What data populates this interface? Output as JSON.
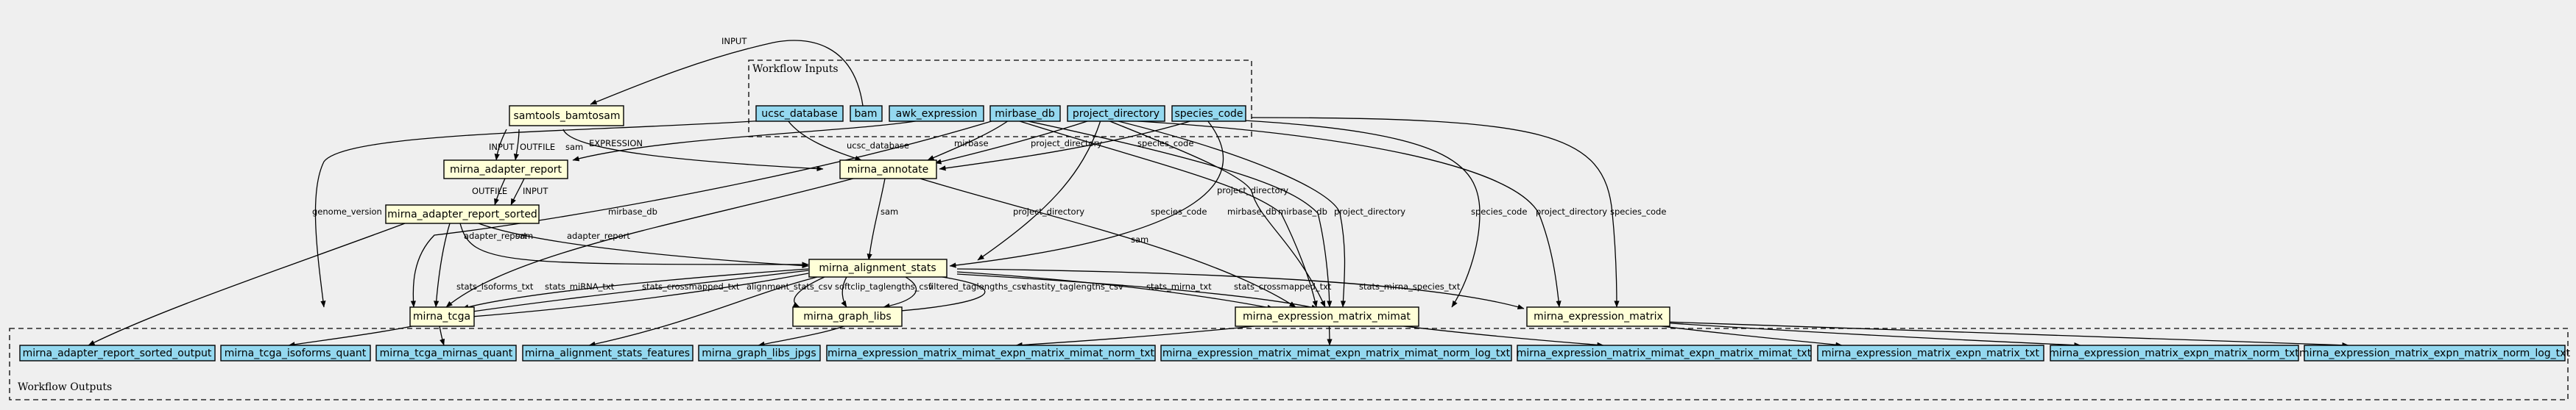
{
  "clusters": {
    "inputs": {
      "label": "Workflow Inputs"
    },
    "outputs": {
      "label": "Workflow Outputs"
    }
  },
  "nodes": {
    "ucsc_database": "ucsc_database",
    "bam": "bam",
    "awk_expression": "awk_expression",
    "mirbase_db": "mirbase_db",
    "project_directory": "project_directory",
    "species_code": "species_code",
    "samtools_bamtosam": "samtools_bamtosam",
    "mirna_adapter_report": "mirna_adapter_report",
    "mirna_adapter_report_sorted": "mirna_adapter_report_sorted",
    "mirna_annotate": "mirna_annotate",
    "mirna_alignment_stats": "mirna_alignment_stats",
    "mirna_tcga": "mirna_tcga",
    "mirna_graph_libs": "mirna_graph_libs",
    "mirna_expression_matrix_mimat": "mirna_expression_matrix_mimat",
    "mirna_expression_matrix": "mirna_expression_matrix",
    "out_adapter_report_sorted_output": "mirna_adapter_report_sorted_output",
    "out_mirna_tcga_isoforms_quant": "mirna_tcga_isoforms_quant",
    "out_mirna_tcga_mirnas_quant": "mirna_tcga_mirnas_quant",
    "out_mirna_alignment_stats_features": "mirna_alignment_stats_features",
    "out_mirna_graph_libs_jpgs": "mirna_graph_libs_jpgs",
    "out_mimat_norm_txt": "mirna_expression_matrix_mimat_expn_matrix_mimat_norm_txt",
    "out_mimat_norm_log_txt": "mirna_expression_matrix_mimat_expn_matrix_mimat_norm_log_txt",
    "out_mimat_txt": "mirna_expression_matrix_mimat_expn_matrix_mimat_txt",
    "out_expn_matrix_txt": "mirna_expression_matrix_expn_matrix_txt",
    "out_expn_matrix_norm_txt": "mirna_expression_matrix_expn_matrix_norm_txt",
    "out_expn_matrix_norm_log_txt": "mirna_expression_matrix_expn_matrix_norm_log_txt"
  },
  "edge_labels": {
    "input": "INPUT",
    "expression": "EXPRESSION",
    "input_b": "INPUT",
    "outfile": "OUTFILE",
    "sam_a": "sam",
    "outfile_b": "OUTFILE",
    "input_c": "INPUT",
    "ucsc_database": "ucsc_database",
    "mirbase": "mirbase",
    "project_directory_a": "project_directory",
    "species_code_a": "species_code",
    "genome_version": "genome_version",
    "mirbase_db_a": "mirbase_db",
    "sam_b": "sam",
    "project_directory_b": "project_directory",
    "species_code_b": "species_code",
    "project_directory_c": "project_directory",
    "mirbase_db_b": "mirbase_db",
    "mirbase_db_c": "mirbase_db",
    "project_directory_d": "project_directory",
    "species_code_c": "species_code",
    "project_directory_e": "project_directory",
    "species_code_d": "species_code",
    "adapter_report_a": "adapter_report",
    "sam_c": "sam",
    "adapter_report_b": "adapter_report",
    "sam_d": "sam",
    "stats_isoforms_txt": "stats_isoforms_txt",
    "stats_mirna_txt_a": "stats_miRNA_txt",
    "stats_crossmapped_txt_a": "stats_crossmapped_txt",
    "alignment_stats_csv": "alignment_stats_csv",
    "softclip_taglengths_csv": "softclip_taglengths_csv",
    "filtered_taglengths_csv": "filtered_taglengths_csv",
    "chastity_taglengths_csv": "chastity_taglengths_csv",
    "stats_mirna_txt_b": "stats_mirna_txt",
    "stats_crossmapped_txt_b": "stats_crossmapped_txt",
    "stats_mirna_species_txt": "stats_mirna_species_txt"
  }
}
